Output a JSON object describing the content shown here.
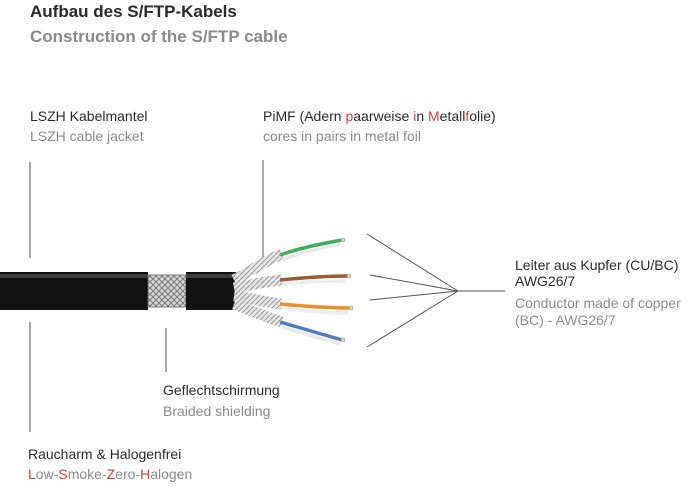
{
  "header": {
    "title": "Aufbau des S/FTP-Kabels",
    "subtitle": "Construction of the S/FTP cable"
  },
  "labels": {
    "jacket": {
      "de": "LSZH Kabelmantel",
      "en": "LSZH cable jacket"
    },
    "pimf": {
      "de_parts": [
        "PiMF (Adern ",
        "p",
        "aarweise ",
        "i",
        "n ",
        "M",
        "etall",
        "f",
        "olie)"
      ],
      "en": "cores in pairs in metal foil"
    },
    "conductor": {
      "de_line1": "Leiter aus Kupfer (CU/BC)",
      "de_line2": "AWG26/7",
      "en_line1": "Conductor made of copper",
      "en_line2": "(BC) - AWG26/7"
    },
    "braid": {
      "de": "Geflechtschirmung",
      "en": "Braided shielding"
    },
    "lszh": {
      "de": "Raucharm & Halogenfrei",
      "en_parts": [
        "L",
        "ow-",
        "S",
        "moke-",
        "Z",
        "ero-",
        "H",
        "alogen"
      ]
    }
  },
  "colors": {
    "highlight": "#e03a3a",
    "jacket": "#111111",
    "pair_green": "#3fae5a",
    "pair_brown": "#9a5a32",
    "pair_orange": "#e8902f",
    "pair_blue": "#4a7ec0"
  }
}
